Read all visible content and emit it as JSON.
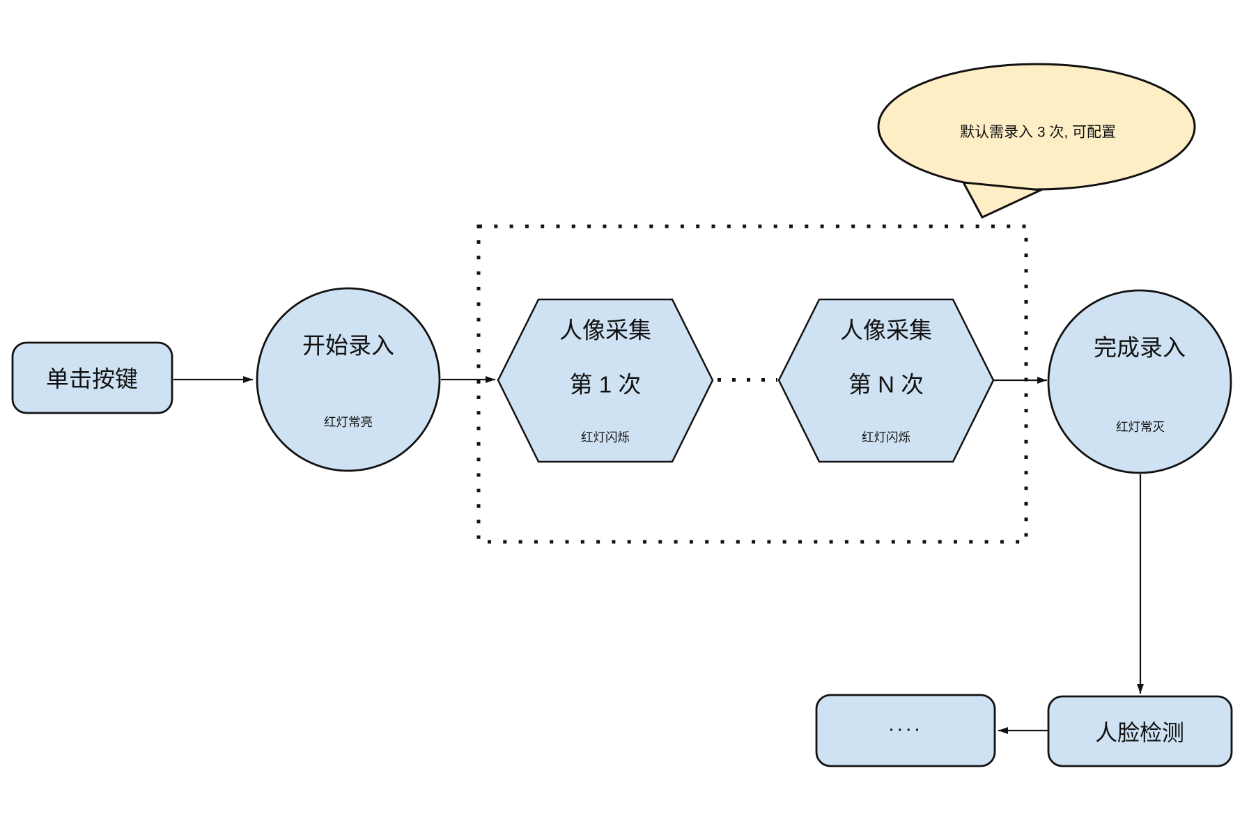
{
  "diagram": {
    "bubble": {
      "text": "默认需录入 3 次, 可配置"
    },
    "nodes": {
      "press_button": {
        "label": "单击按键"
      },
      "start_record": {
        "label": "开始录入",
        "sublabel": "红灯常亮"
      },
      "capture_first": {
        "line1": "人像采集",
        "line2": "第 1 次",
        "sublabel": "红灯闪烁"
      },
      "capture_nth": {
        "line1": "人像采集",
        "line2": "第 N 次",
        "sublabel": "红灯闪烁"
      },
      "finish_record": {
        "label": "完成录入",
        "sublabel": "红灯常灭"
      },
      "face_detect": {
        "label": "人脸检测"
      },
      "more_steps": {
        "label": "...."
      }
    },
    "colors": {
      "node_fill": "#cfe2f3",
      "bubble_fill": "#feeec6",
      "stroke": "#000000"
    }
  }
}
